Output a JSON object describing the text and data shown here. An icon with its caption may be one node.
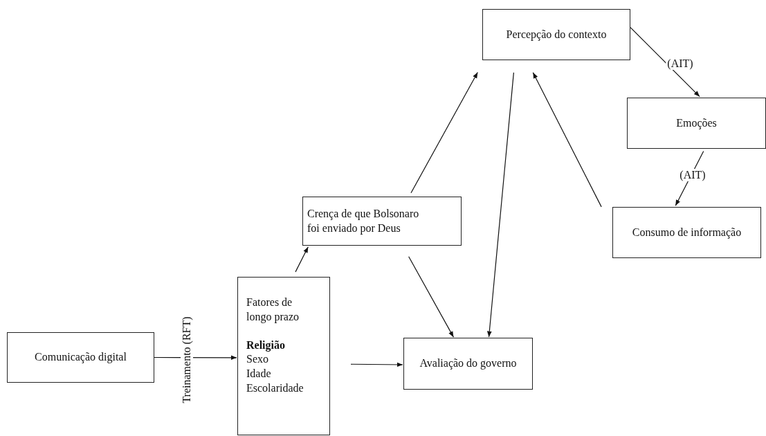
{
  "diagram": {
    "nodes": [
      {
        "text": [
          "Percepção do contexto"
        ]
      },
      {
        "text": [
          "Emoções"
        ]
      },
      {
        "text": [
          "Crença de que Bolsonaro foi enviado por Deus"
        ]
      },
      {
        "text": [
          "Consumo de informação"
        ]
      },
      {
        "text": [
          "Fatores de longo prazo",
          "**Religião**",
          "Sexo",
          "Idade",
          "Escolaridade"
        ]
      },
      {
        "text": [
          "Comunicação digital"
        ]
      },
      {
        "text": [
          "Avaliação do governo"
        ]
      }
    ],
    "edges": [
      {
        "from": 0,
        "to": 1,
        "arrow": "to",
        "label": "(AIT)"
      },
      {
        "from": 1,
        "to": 3,
        "arrow": "to",
        "label": "(AIT)"
      },
      {
        "from": 5,
        "to": 4,
        "arrow": "to",
        "label": "Treinamento (RFT)"
      },
      {
        "from": 4,
        "to": 2,
        "arrow": "to"
      },
      {
        "from": 4,
        "to": 6,
        "arrow": "to"
      },
      {
        "from": 2,
        "to": 0,
        "arrow": "to"
      },
      {
        "from": 2,
        "to": 6,
        "arrow": "to"
      },
      {
        "from": 0,
        "to": 6,
        "arrow": "to"
      },
      {
        "from": 3,
        "to": 0,
        "arrow": "to"
      }
    ]
  }
}
